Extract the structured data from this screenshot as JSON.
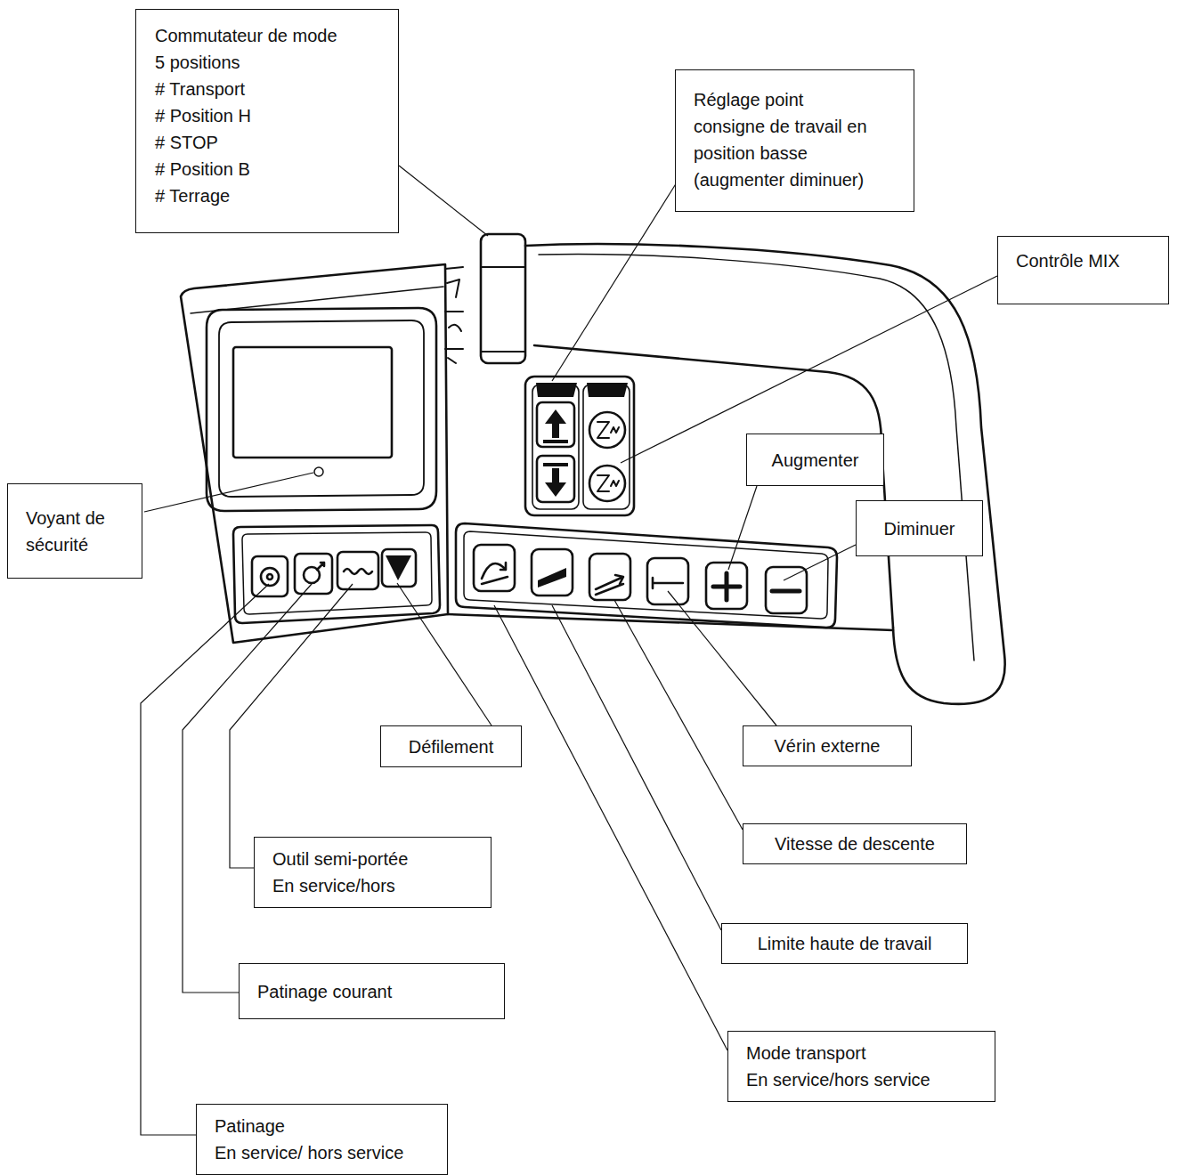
{
  "diagram": {
    "nodes": [
      {
        "text": [
          "Commutateur de mode 5 positions",
          "# Transport",
          "# Position H",
          "# STOP",
          "# Position B",
          "# Terrage"
        ]
      },
      {
        "text": [
          "Réglage point consigne de travail en position basse (augmenter diminuer)"
        ]
      },
      {
        "text": [
          "Contrôle MIX"
        ]
      },
      {
        "text": [
          "Augmenter"
        ]
      },
      {
        "text": [
          "Voyant de sécurité"
        ]
      },
      {
        "text": [
          "Diminuer"
        ]
      },
      {
        "text": [
          "Défilement"
        ]
      },
      {
        "text": [
          "Vérin externe"
        ]
      },
      {
        "text": [
          "Outil semi-portée",
          "En service/hors"
        ]
      },
      {
        "text": [
          "Vitesse de descente"
        ]
      },
      {
        "text": [
          "Limite haute de travail"
        ]
      },
      {
        "text": [
          "Patinage courant"
        ]
      },
      {
        "text": [
          "Mode transport",
          "En service/hors service"
        ]
      },
      {
        "text": [
          "Patinage",
          "En service/ hors service"
        ]
      }
    ]
  }
}
